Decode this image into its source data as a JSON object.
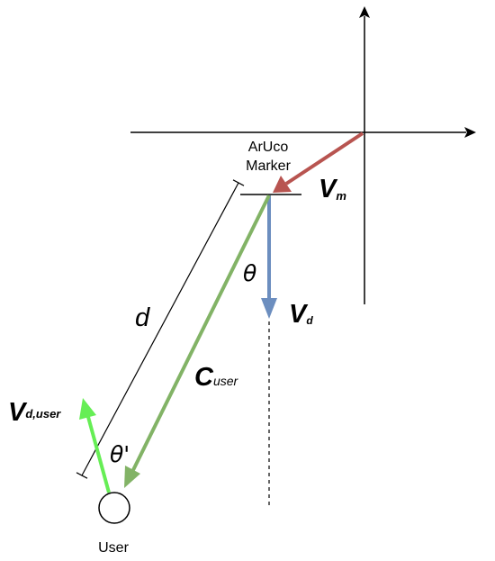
{
  "labels": {
    "marker_line1": "ArUco",
    "marker_line2": "Marker",
    "vm_main": "V",
    "vm_sub": "m",
    "vd_main": "V",
    "vd_sub": "d",
    "cuser_main": "C",
    "cuser_sub": "user",
    "vduser_main": "V",
    "vduser_sub": "d,user",
    "distance": "d",
    "theta": "θ",
    "theta_prime": "θ'",
    "user": "User"
  },
  "colors": {
    "axis": "#000000",
    "vm": "#b85450",
    "vd": "#6c8ebf",
    "cuser": "#82b366",
    "vduser": "#66ee55",
    "dimension": "#000000",
    "user_fill": "#ffffff"
  }
}
